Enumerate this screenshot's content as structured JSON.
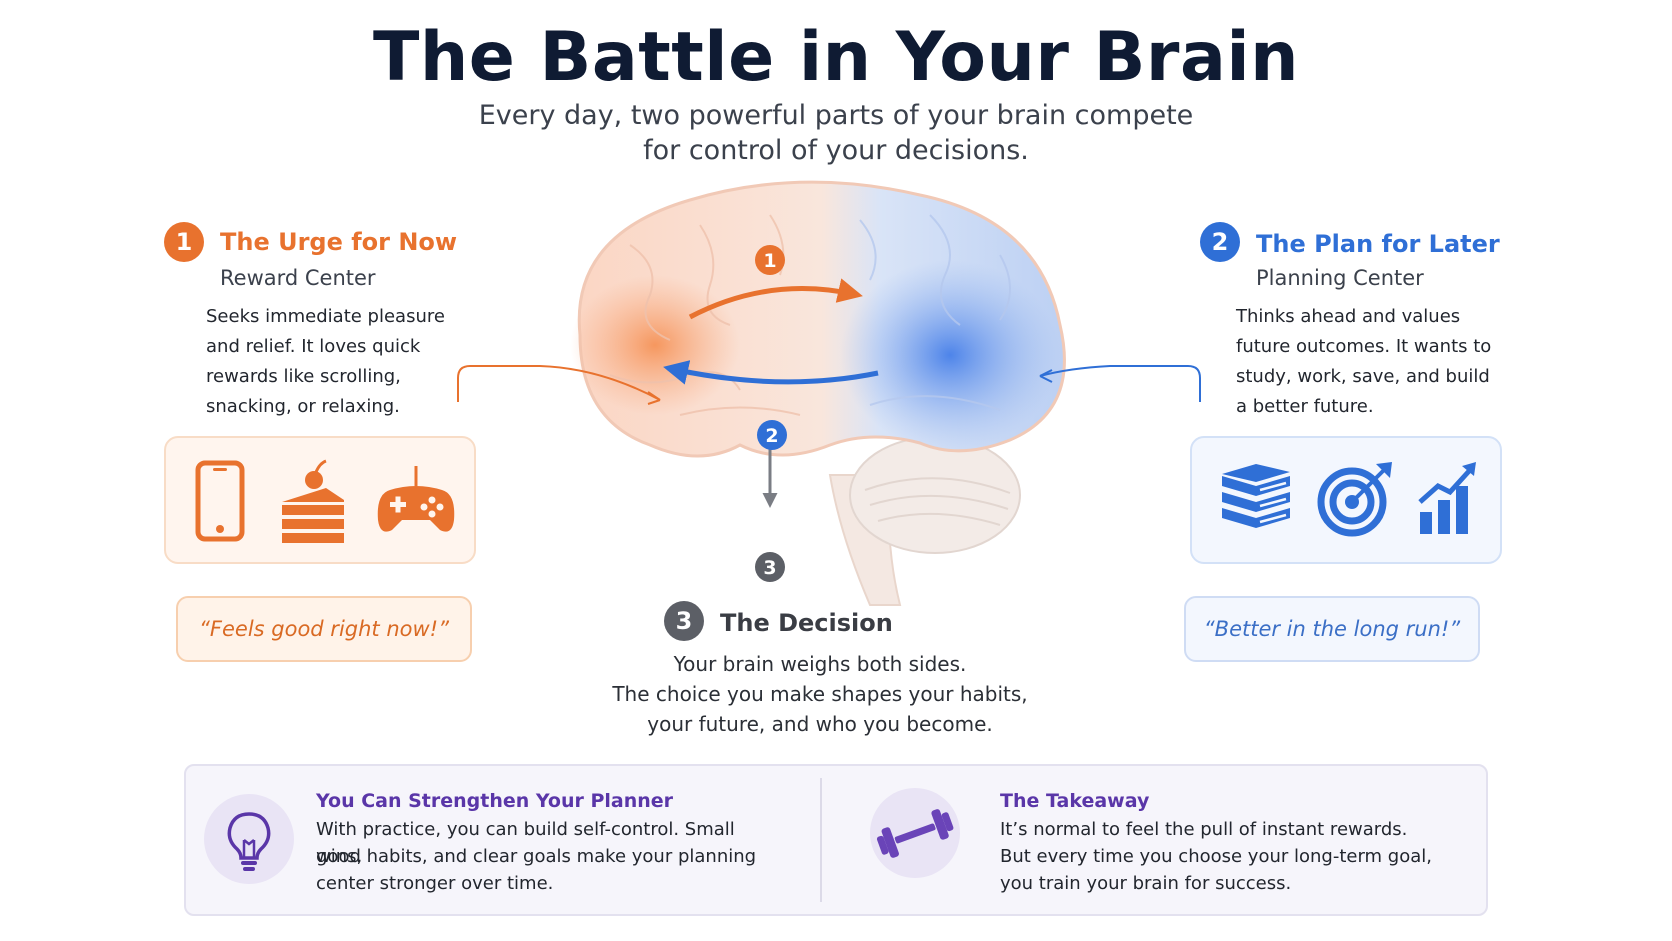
{
  "header": {
    "title": "The Battle in Your Brain",
    "subtitle_line1": "Every day, two powerful parts of your brain compete",
    "subtitle_line2": "for control of your decisions."
  },
  "urge": {
    "number": "1",
    "title": "The Urge for Now",
    "subtitle": "Reward Center",
    "description": "Seeks immediate pleasure and relief. It loves quick rewards like scrolling, snacking, or relaxing.",
    "icons": [
      "phone-icon",
      "cake-icon",
      "gamepad-icon"
    ],
    "quote": "“Feels good right now!”",
    "color": "#e8722e"
  },
  "plan": {
    "number": "2",
    "title": "The Plan for Later",
    "subtitle": "Planning Center",
    "description": "Thinks ahead and values future outcomes. It wants to study, work, save, and build a better future.",
    "icons": [
      "books-icon",
      "target-icon",
      "growth-chart-icon"
    ],
    "quote": "“Better in the long run!”",
    "color": "#2f6fd6"
  },
  "brain": {
    "markers": [
      "1",
      "2",
      "3"
    ]
  },
  "decision": {
    "number": "3",
    "title": "The Decision",
    "line1": "Your brain weighs both sides.",
    "line2": "The choice you make shapes your habits,",
    "line3": "your future, and who you become.",
    "color": "#5c5f66"
  },
  "bottom": {
    "left": {
      "icon": "lightbulb-icon",
      "title": "You Can Strengthen Your Planner",
      "line1": "With practice, you can build self-control. Small wins,",
      "line2": "good habits, and clear goals make your planning",
      "line3": "center stronger over time."
    },
    "right": {
      "icon": "dumbbell-icon",
      "title": "The Takeaway",
      "line1": "It’s normal to feel the pull of instant rewards.",
      "line2": "But every time you choose your long-term goal,",
      "line3": "you train your brain for success."
    },
    "accent": "#5a36a8"
  }
}
